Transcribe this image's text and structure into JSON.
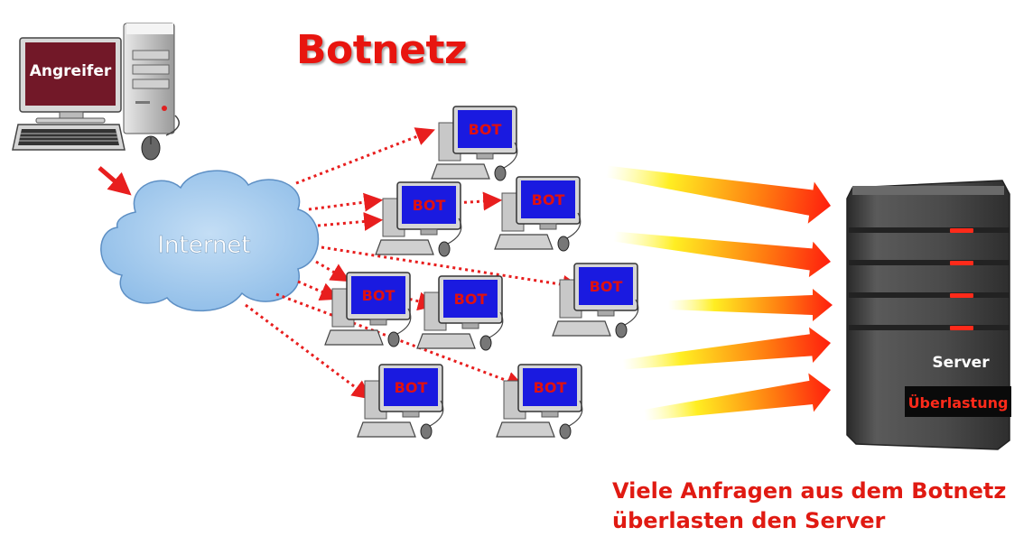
{
  "title": "Botnetz",
  "attacker_label": "Angreifer",
  "cloud_label": "Internet",
  "bot_label": "BOT",
  "server": {
    "label": "Server",
    "status": "Überlastung"
  },
  "caption": {
    "line1": "Viele Anfragen aus dem Botnetz",
    "line2": "überlasten den Server"
  },
  "colors": {
    "title": "#e8150f",
    "arrow": "#e81e1e",
    "cloud": "#a9cdee",
    "screen": "#1a1ae0",
    "bot_text": "#e01010",
    "server_body": "#4a4a4a",
    "server_led": "#ff2a1a"
  }
}
